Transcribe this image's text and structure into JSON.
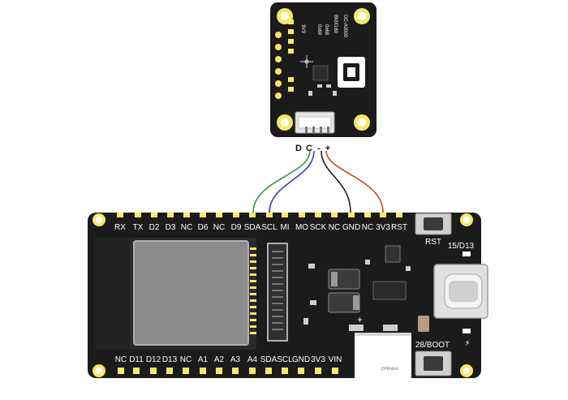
{
  "sensor": {
    "chip_label": "BMX160",
    "silk_lines": [
      "DC-A0000",
      "BMX160",
      "0x68",
      "0x69",
      "3V3"
    ],
    "connector_pins": [
      "D",
      "C",
      "-",
      "+"
    ]
  },
  "board": {
    "top_pins": [
      "RX",
      "TX",
      "D2",
      "D3",
      "NC",
      "D6",
      "NC",
      "D9",
      "SDA",
      "SCL",
      "MI",
      "MO",
      "SCK",
      "NC",
      "GND",
      "NC",
      "3V3",
      "RST"
    ],
    "bottom_pins": [
      "NC",
      "D11",
      "D12",
      "D13",
      "NC",
      "A1",
      "A2",
      "A3",
      "A4",
      "SDA",
      "SCL",
      "GND",
      "3V3",
      "VIN"
    ],
    "rst_button_label": "RST",
    "boot_button_label": "28/BOOT",
    "led_label": "15/D13",
    "logo_text": "DFRobot"
  },
  "wires": [
    {
      "from": "D",
      "to": "SDA",
      "color": "#2f9e3a"
    },
    {
      "from": "C",
      "to": "SCL",
      "color": "#3a3ab0"
    },
    {
      "from": "-",
      "to": "GND",
      "color": "#222222"
    },
    {
      "from": "+",
      "to": "3V3",
      "color": "#c8452a"
    }
  ],
  "colors": {
    "pcb": "#1b1b1b",
    "pad": "#f5e96a",
    "module_screen": "#8c8c8c",
    "connector": "#e6e6e6"
  }
}
